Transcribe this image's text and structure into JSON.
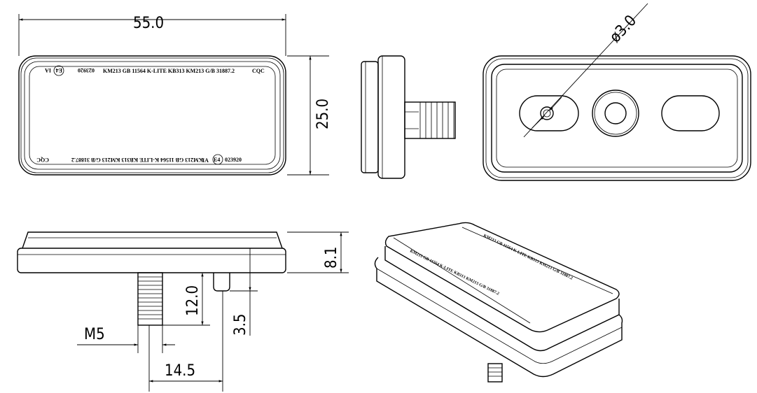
{
  "dimensions": {
    "length": "55.0",
    "width": "25.0",
    "hole_diameter": "ø3.0",
    "height": "8.1",
    "bolt_length": "12.0",
    "pin_height": "3.5",
    "thread": "M5",
    "bolt_to_pin": "14.5"
  },
  "markings": {
    "line": "KM213 GB 11564 K-LITE  KB313   KM213   G/B   31887.2",
    "cert": "CQC",
    "class": "IA",
    "emark": "E4",
    "approval": "023920"
  }
}
